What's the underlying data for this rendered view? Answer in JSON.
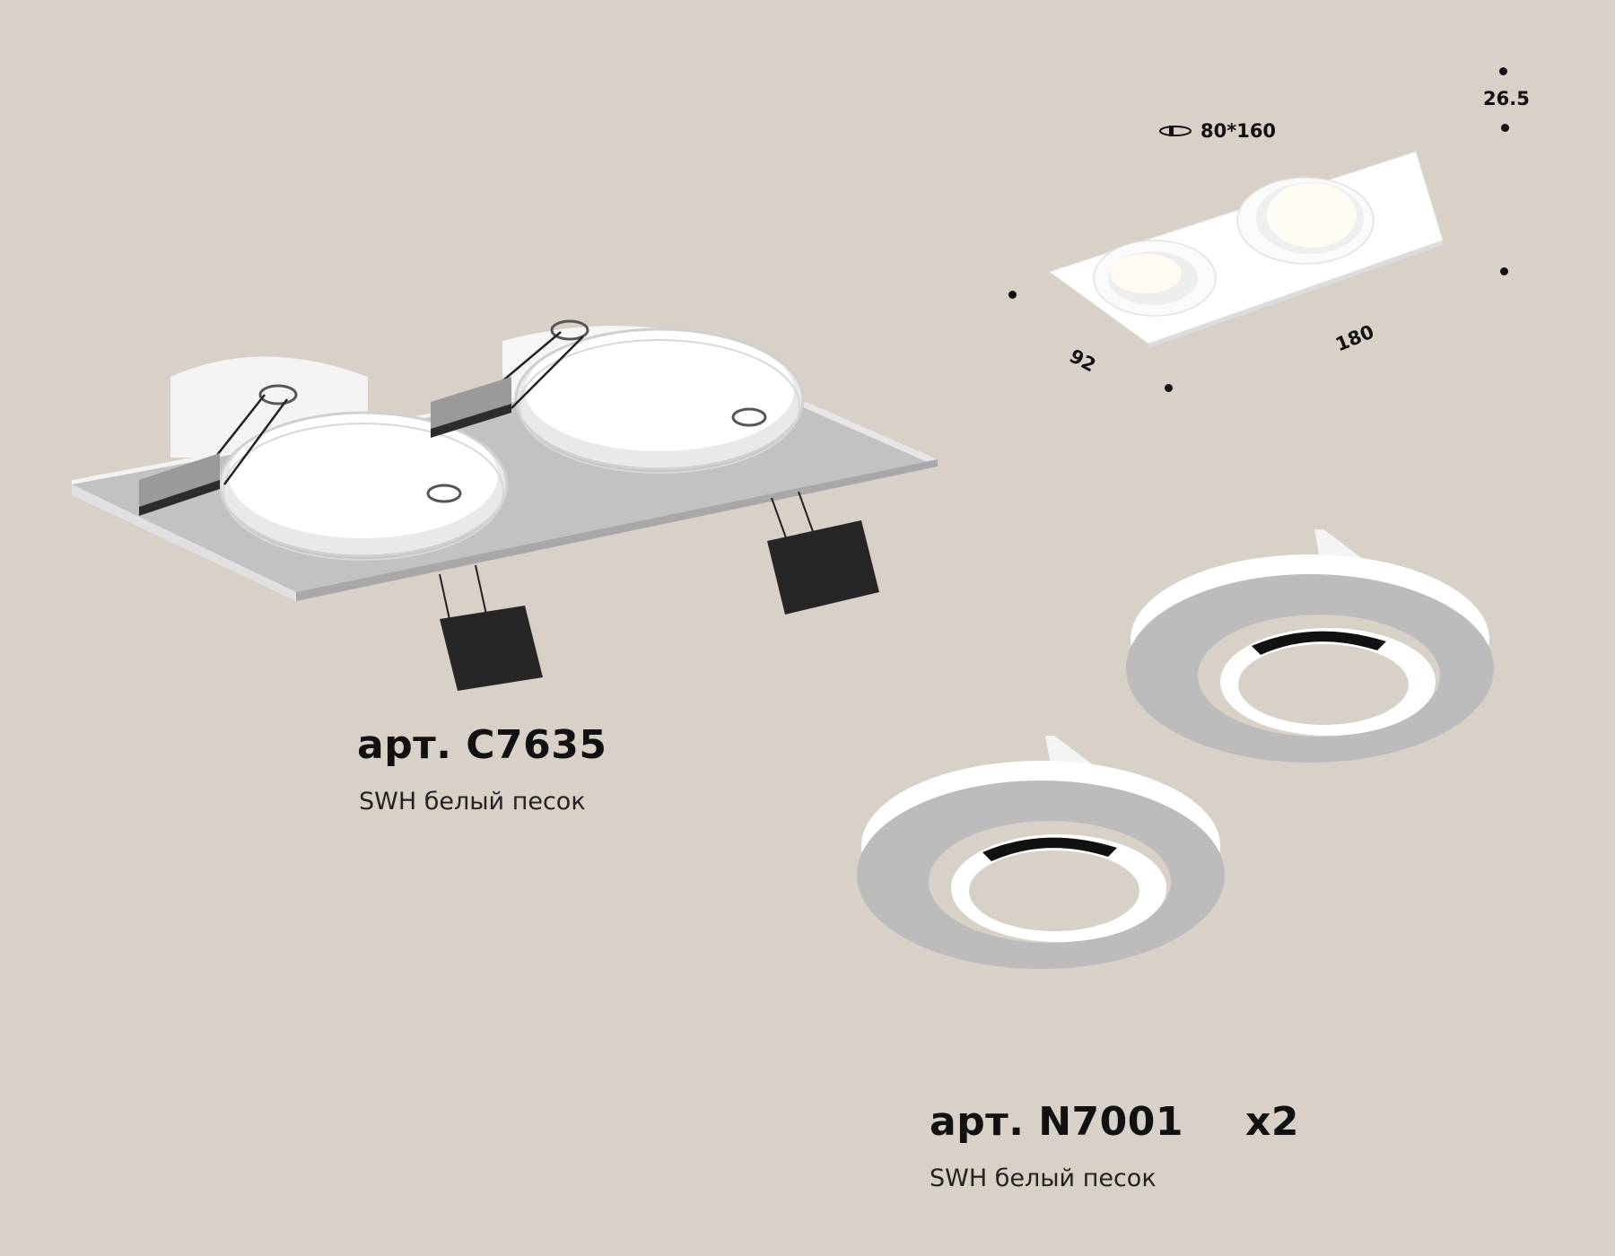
{
  "colors": {
    "background": "#d8d1c7",
    "text": "#111111",
    "fixture_white": "#ffffff",
    "fixture_grey": "#b9b9b9",
    "driver_black": "#222222"
  },
  "products": [
    {
      "article_label": "арт. C7635",
      "finish": "SWH белый песок",
      "quantity": ""
    },
    {
      "article_label": "арт. N7001",
      "finish": "SWH белый песок",
      "quantity": "x2"
    }
  ],
  "assembly": {
    "cutout_icon": "cutout-hole-icon",
    "cutout_size": "80*160",
    "height": "26.5",
    "width": "92",
    "length": "180"
  }
}
